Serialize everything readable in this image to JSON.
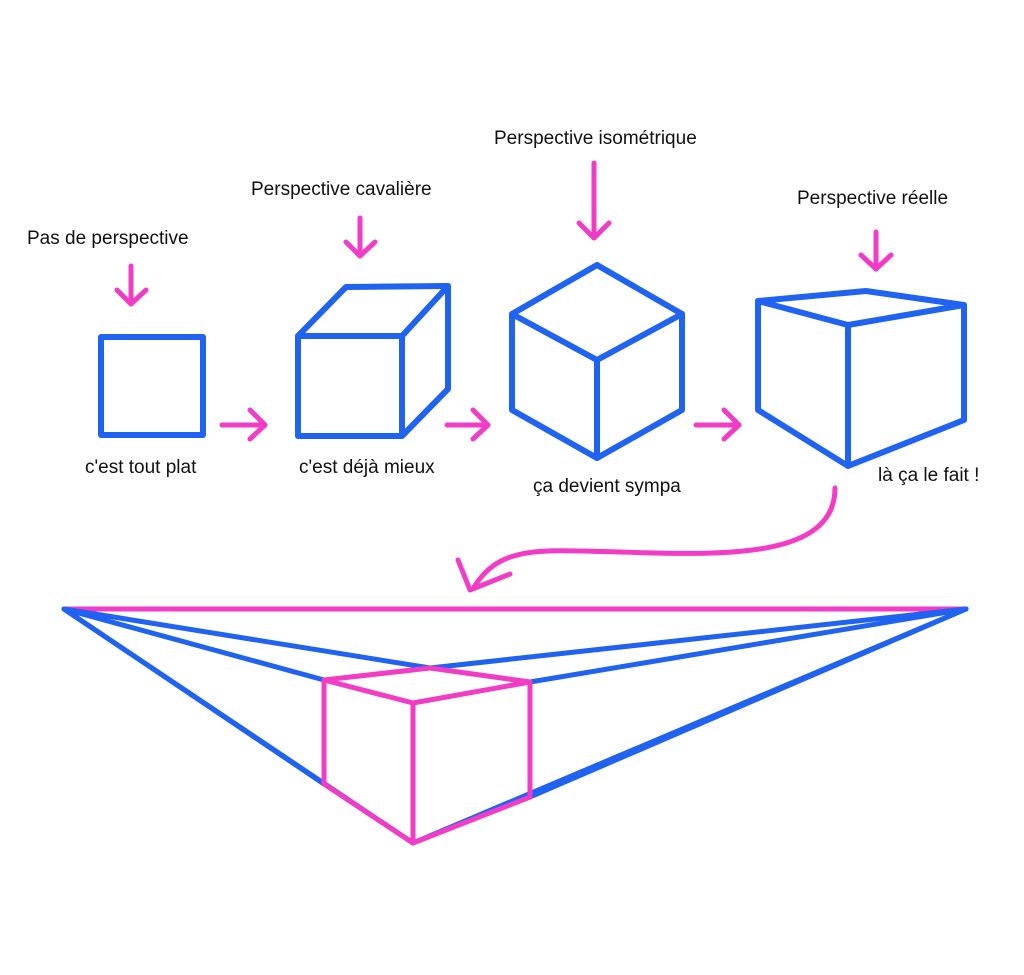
{
  "stages": [
    {
      "title": "Pas de perspective",
      "caption": "c'est tout plat"
    },
    {
      "title": "Perspective cavalière",
      "caption": "c'est déjà mieux"
    },
    {
      "title": "Perspective isométrique",
      "caption": "ça devient sympa"
    },
    {
      "title": "Perspective réelle",
      "caption": "là ça le fait !"
    }
  ],
  "colors": {
    "shape": "#1f63f0",
    "accent": "#f23cc6",
    "text": "#111111"
  }
}
